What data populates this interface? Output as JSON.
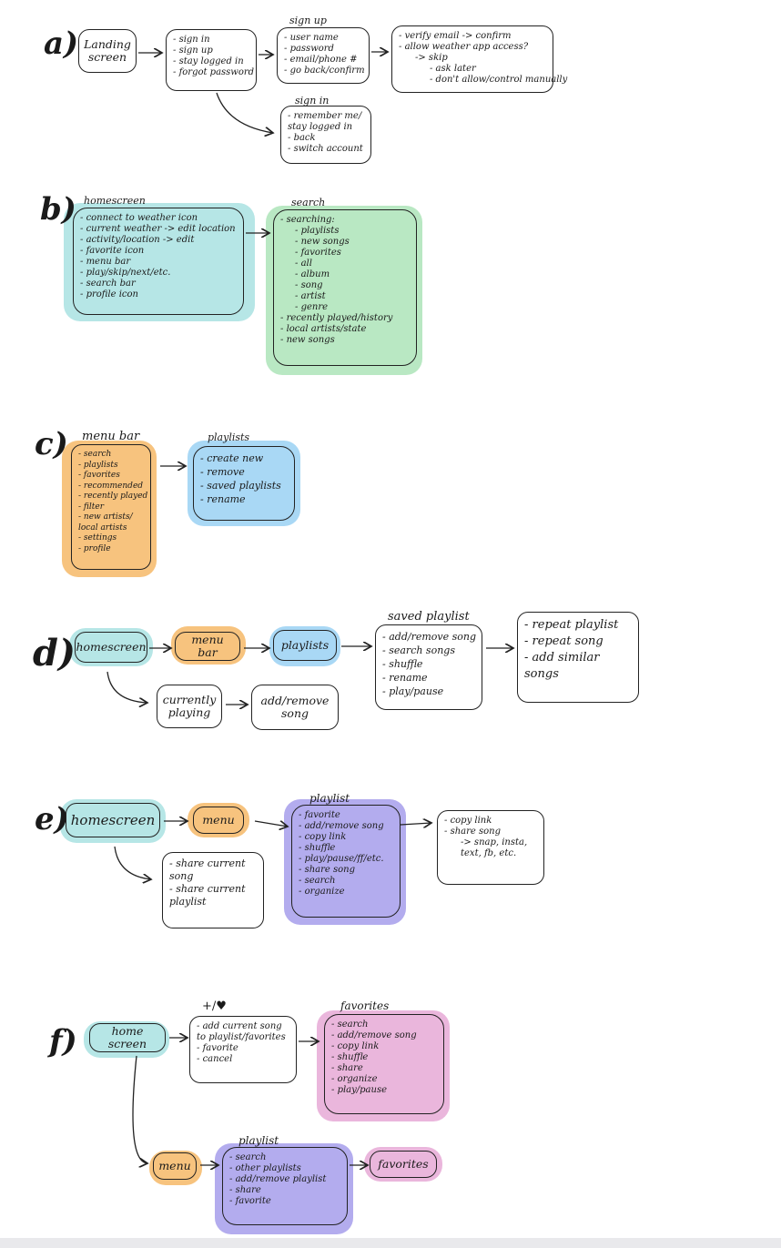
{
  "colors": {
    "teal": "#b6e6e6",
    "green": "#b9e8c3",
    "orange": "#f7c37e",
    "blue": "#a9d8f5",
    "purple": "#b3acee",
    "pink": "#eab6dc"
  },
  "sections": {
    "a": {
      "label": "a)",
      "landing": "Landing screen",
      "auth": [
        "sign in",
        "sign up",
        "stay logged in",
        "forgot password"
      ],
      "signup_title": "sign up",
      "signup": [
        "user name",
        "password",
        "email/phone #",
        "go back/confirm"
      ],
      "verify": [
        "verify email -> confirm",
        "allow weather app access?"
      ],
      "verify_sub": [
        "-> skip",
        "- ask later",
        "- don't allow/control manually"
      ],
      "signin_title": "sign in",
      "signin": [
        "remember me/ stay logged in",
        "back",
        "switch account"
      ]
    },
    "b": {
      "label": "b)",
      "home_title": "homescreen",
      "home": [
        "connect to weather icon",
        "current weather -> edit location",
        "activity/location -> edit",
        "favorite icon",
        "menu bar",
        "play/skip/next/etc.",
        "search bar",
        "profile icon"
      ],
      "search_title": "search",
      "search_head": "searching:",
      "search_sub": [
        "playlists",
        "new songs",
        "favorites",
        "all",
        "album",
        "song",
        "artist",
        "genre"
      ],
      "search_more": [
        "recently played/history",
        "local artists/state",
        "new songs"
      ]
    },
    "c": {
      "label": "c)",
      "menu_title": "menu bar",
      "menu": [
        "search",
        "playlists",
        "favorites",
        "recommended",
        "recently played",
        "filter",
        "new artists/ local artists",
        "settings",
        "profile"
      ],
      "playlists_title": "playlists",
      "playlists": [
        "create new",
        "remove",
        "saved playlists",
        "rename"
      ]
    },
    "d": {
      "label": "d)",
      "homescreen": "homescreen",
      "menubar": "menu bar",
      "playlists": "playlists",
      "saved_title": "saved playlist",
      "saved": [
        "add/remove song",
        "search songs",
        "shuffle",
        "rename",
        "play/pause"
      ],
      "repeat": [
        "repeat playlist",
        "repeat song",
        "add similar songs"
      ],
      "currently": "currently playing",
      "addremove": "add/remove song"
    },
    "e": {
      "label": "e)",
      "homescreen": "homescreen",
      "menu": "menu",
      "playlist_title": "playlist",
      "playlist": [
        "favorite",
        "add/remove song",
        "copy link",
        "shuffle",
        "play/pause/ff/etc.",
        "share song",
        "search",
        "organize"
      ],
      "copy": [
        "copy link",
        "share song"
      ],
      "copy_sub": "-> snap, insta, text, fb, etc.",
      "share": [
        "share current song",
        "share current playlist"
      ]
    },
    "f": {
      "label": "f)",
      "homescreen": "home screen",
      "plus_title": "+/♥",
      "plus": [
        "add current song to playlist/favorites",
        "favorite",
        "cancel"
      ],
      "fav_title": "favorites",
      "fav": [
        "search",
        "add/remove song",
        "copy link",
        "shuffle",
        "share",
        "organize",
        "play/pause"
      ],
      "menu": "menu",
      "playlist_title": "playlist",
      "playlist": [
        "search",
        "other playlists",
        "add/remove playlist",
        "share",
        "favorite"
      ],
      "favorites_box": "favorites"
    }
  }
}
